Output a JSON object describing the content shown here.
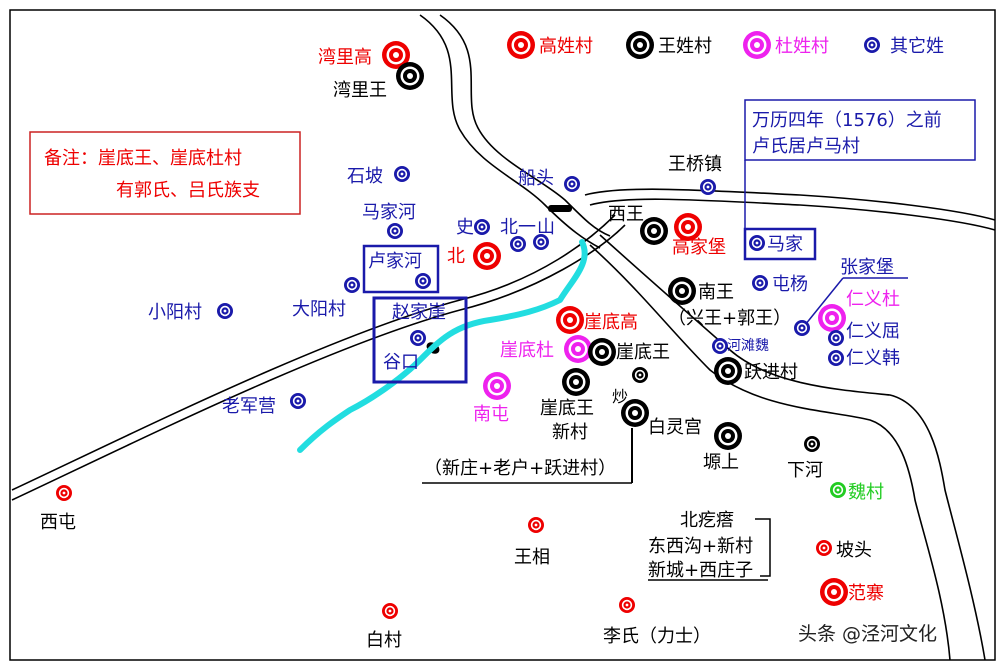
{
  "legend": {
    "gao_label": "高姓村",
    "wang_label": "王姓村",
    "du_label": "杜姓村",
    "other_label": "其它姓"
  },
  "note": {
    "line1": "备注：崖底王、崖底杜村",
    "line2": "有郭氏、吕氏族支"
  },
  "history_note": {
    "line1": "万历四年（1576）之前",
    "line2": "卢氏居卢马村"
  },
  "villages": {
    "wanli_gao": "湾里高",
    "wanli_wang": "湾里王",
    "shipo": "石坡",
    "chuantou": "船头",
    "wangqiao": "王桥镇",
    "majiahe": "马家河",
    "shi": "史",
    "beiyi": "北一",
    "shan": "山",
    "bei": "北",
    "xiwang": "西王",
    "gaojiabao": "高家堡",
    "majia": "马家",
    "lujiahe": "卢家河",
    "dayang": "大阳村",
    "xiaoyang": "小阳村",
    "zhaojiaya": "赵家崖",
    "gukou": "谷口",
    "nanwang": "南王",
    "nanwang_note": "（兴王+郭王）",
    "tunyang": "屯杨",
    "zhangjiabao": "张家堡",
    "renyidu": "仁义杜",
    "renyiqu": "仁义屈",
    "renyihan": "仁义韩",
    "yadigao": "崖底高",
    "yadidu": "崖底杜",
    "yadiwang": "崖底王",
    "hetanwei": "河滩魏",
    "yuejin": "跃进村",
    "laojunying": "老军营",
    "nantun": "南屯",
    "yadiwang_xincun_1": "崖底王",
    "yadiwang_xincun_2": "新村",
    "baiginggong": "白灵宫",
    "yuanshang": "塬上",
    "xiahe": "下河",
    "xitun": "西屯",
    "weicun": "魏村",
    "xinzhuang_note": "（新庄+老户+跃进村）",
    "beigeda_1": "北疙瘩",
    "beigeda_2": "东西沟+新村",
    "beigeda_3": "新城+西庄子",
    "wangxiang": "王相",
    "potou": "坡头",
    "fanzhai": "范寨",
    "baicun": "白村",
    "lishi": "李氏（力士）",
    "zhuang_partial": "炒"
  },
  "watermark": "头条 @泾河文化",
  "colors": {
    "gao": "#ee0000",
    "wang": "#000000",
    "du": "#ee22ee",
    "other": "#1a1aaa",
    "wei": "#22cc22",
    "river": "#22dde0",
    "note_border": "#cc2222"
  }
}
